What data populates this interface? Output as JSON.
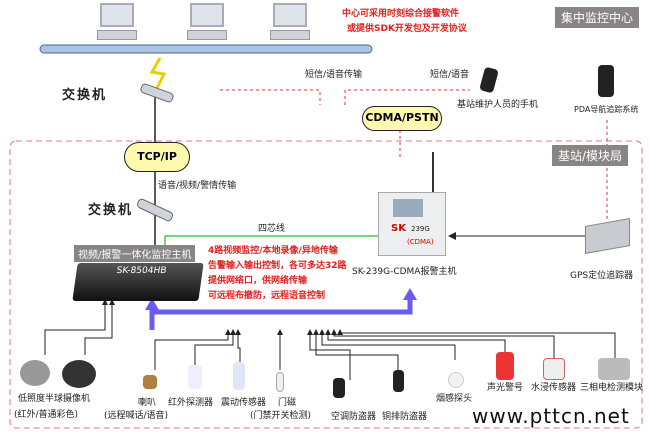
{
  "center": {
    "title": "集中监控中心",
    "note_lines": [
      "中心可采用时刻综合接警软件",
      "或提供SDK开发包及开发协议"
    ]
  },
  "top_switch_label": "交换机",
  "sms_voice_transmission": "短信/语音传输",
  "sms_voice": "短信/语音",
  "phone_label": "基站维护人员的手机",
  "pda_label": "PDA导航追踪系统",
  "cdma_cloud": "CDMA/PSTN",
  "station": {
    "title": "基站/模块局"
  },
  "tcpip_cloud": "TCP/IP",
  "av_transmission": "语音/视频/警情传输",
  "station_switch_label": "交换机",
  "four_core_line": "四芯线",
  "dvr": {
    "title": "视频/报警一体化监控主机",
    "model": "SK-8504HB",
    "features": [
      "4路视频监控/本地录像/异地传输",
      "告警输入输出控制，各可多达32路",
      "提供网络口，供网络传输",
      "可远程布撤防，远程语音控制"
    ]
  },
  "alarm_host": {
    "label": "SK-239G-CDMA报警主机",
    "brand": "SK",
    "model": "239G",
    "sub": "(CDMA)"
  },
  "gps_label": "GPS定位追踪器",
  "devices": [
    {
      "label": "低照度半球摄像机",
      "sub": "(红外/普通彩色)"
    },
    {
      "label": "喇叭",
      "sub": "(远程喊话/语音)"
    },
    {
      "label": "红外探测器"
    },
    {
      "label": "震动传感器"
    },
    {
      "label": "门磁",
      "sub": "(门禁开关检测)"
    },
    {
      "label": "空调防盗器"
    },
    {
      "label": "铜排防盗器"
    },
    {
      "label": "烟感探头"
    },
    {
      "label": "声光警号"
    },
    {
      "label": "水浸传感器"
    },
    {
      "label": "三相电检测模块"
    }
  ],
  "watermark": "www.pttcn.net",
  "colors": {
    "accent_red": "#e02020",
    "dashed_border": "#e87080",
    "green_line": "#44cc44",
    "bus_blue": "#6a5cf0",
    "label_gray": "#8a8585"
  }
}
